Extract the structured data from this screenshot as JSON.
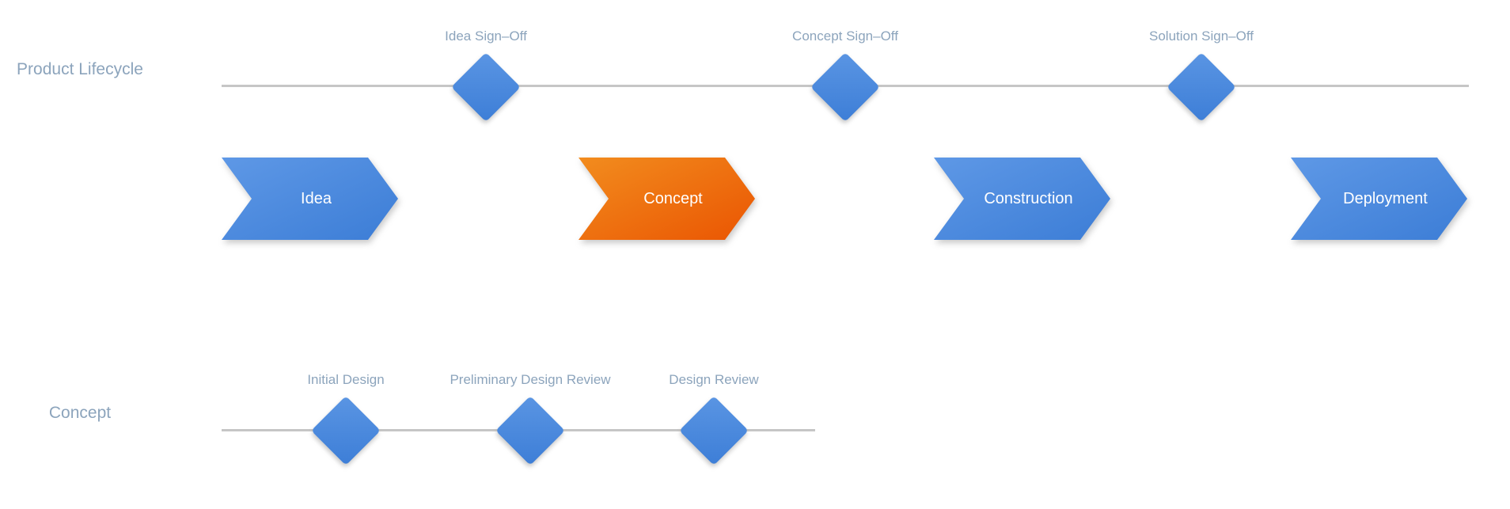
{
  "diagram": {
    "lanes": [
      {
        "label": "Product Lifecycle",
        "milestones": [
          {
            "label": "Idea Sign–Off"
          },
          {
            "label": "Concept Sign–Off"
          },
          {
            "label": "Solution Sign–Off"
          }
        ]
      },
      {
        "label": "Concept",
        "milestones": [
          {
            "label": "Initial Design"
          },
          {
            "label": "Preliminary Design Review"
          },
          {
            "label": "Design Review"
          }
        ]
      }
    ],
    "phases": [
      {
        "label": "Idea",
        "accent": "blue"
      },
      {
        "label": "Concept",
        "accent": "orange"
      },
      {
        "label": "Construction",
        "accent": "blue"
      },
      {
        "label": "Deployment",
        "accent": "blue"
      }
    ],
    "colors": {
      "milestone_blue": "#4487DB",
      "phase_blue": "#4486DC",
      "phase_orange": "#EE6207",
      "label_gray_blue": "#8CA4BC",
      "timeline_gray": "#C6C6C6",
      "background": "#FFFFFF"
    }
  }
}
